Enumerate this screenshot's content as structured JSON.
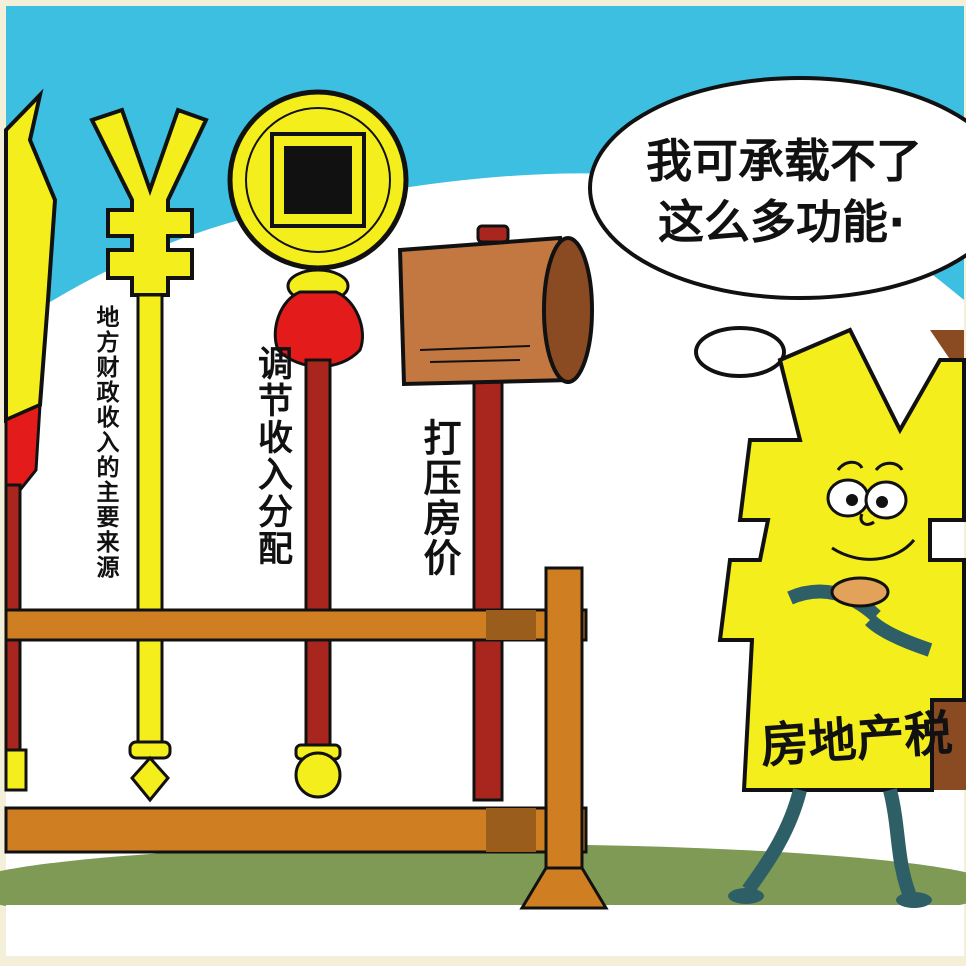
{
  "cartoon": {
    "speech_line1": "我可承载不了",
    "speech_line2": "这么多功能·",
    "label_local_finance": "地方财政收入的主要来源",
    "label_income_distribution": "调节收入分配",
    "label_suppress_prices": "打压房价",
    "label_property_tax": "房地产税"
  },
  "colors": {
    "sky": "#3cbfe0",
    "cloud": "#ffffff",
    "yellow": "#f4ee1c",
    "fence": "#cf7f22",
    "pole_red": "#a8261e",
    "hammer": "#b8652f",
    "tassel": "#e31b1b",
    "ground": "#7f9a55",
    "legs": "#2f5f66"
  }
}
